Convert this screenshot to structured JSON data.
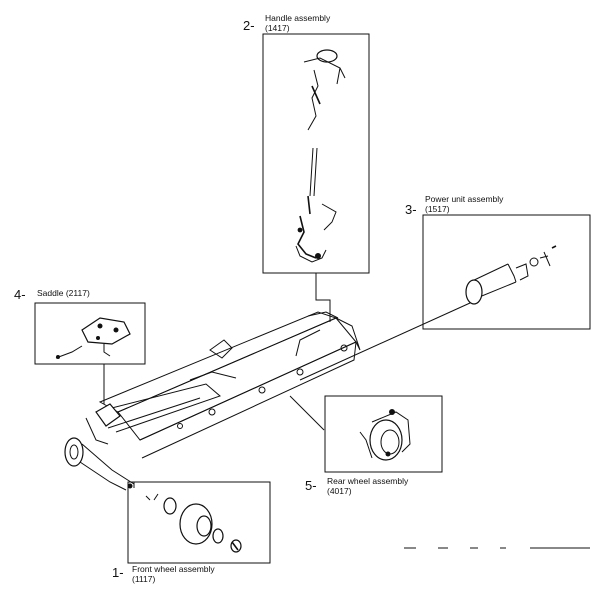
{
  "callouts": [
    {
      "number": "1-",
      "title": "Front wheel assembly",
      "code": "(1117)"
    },
    {
      "number": "2-",
      "title": "Handle assembly",
      "code": "(1417)"
    },
    {
      "number": "3-",
      "title": "Power unit assembly",
      "code": "(1517)"
    },
    {
      "number": "4-",
      "title": "Saddle (2117)",
      "code": ""
    },
    {
      "number": "5-",
      "title": "Rear wheel assembly",
      "code": "(4017)"
    }
  ]
}
